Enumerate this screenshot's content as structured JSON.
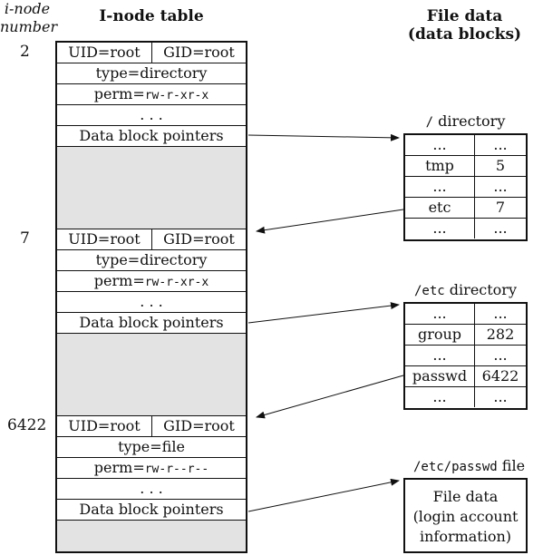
{
  "headers": {
    "inode_number_line1": "i-node",
    "inode_number_line2": "number",
    "inode_table": "I-node table",
    "file_data_line1": "File data",
    "file_data_line2": "(data blocks)"
  },
  "inodes": [
    {
      "number": "2",
      "uid": "UID=root",
      "gid": "GID=root",
      "type": "type=directory",
      "perm_label": "perm=",
      "perm_value": "rw-r-xr-x",
      "ellipsis": ". . .",
      "pointers": "Data block pointers"
    },
    {
      "number": "7",
      "uid": "UID=root",
      "gid": "GID=root",
      "type": "type=directory",
      "perm_label": "perm=",
      "perm_value": "rw-r-xr-x",
      "ellipsis": ". . .",
      "pointers": "Data block pointers"
    },
    {
      "number": "6422",
      "uid": "UID=root",
      "gid": "GID=root",
      "type": "type=file",
      "perm_label": "perm=",
      "perm_value": "rw-r--r--",
      "ellipsis": ". . .",
      "pointers": "Data block pointers"
    }
  ],
  "root_dir": {
    "title_mono": "/",
    "title_text": " directory",
    "rows": [
      {
        "name": "...",
        "value": "..."
      },
      {
        "name": "tmp",
        "value": "5"
      },
      {
        "name": "...",
        "value": "..."
      },
      {
        "name": "etc",
        "value": "7"
      },
      {
        "name": "...",
        "value": "..."
      }
    ]
  },
  "etc_dir": {
    "title_mono": "/etc",
    "title_text": " directory",
    "rows": [
      {
        "name": "...",
        "value": "..."
      },
      {
        "name": "group",
        "value": "282"
      },
      {
        "name": "...",
        "value": "..."
      },
      {
        "name": "passwd",
        "value": "6422"
      },
      {
        "name": "...",
        "value": "..."
      }
    ]
  },
  "passwd_file": {
    "title_mono": "/etc/passwd",
    "title_text": " file",
    "line1": "File data",
    "line2": "(login account",
    "line3": "information)"
  }
}
